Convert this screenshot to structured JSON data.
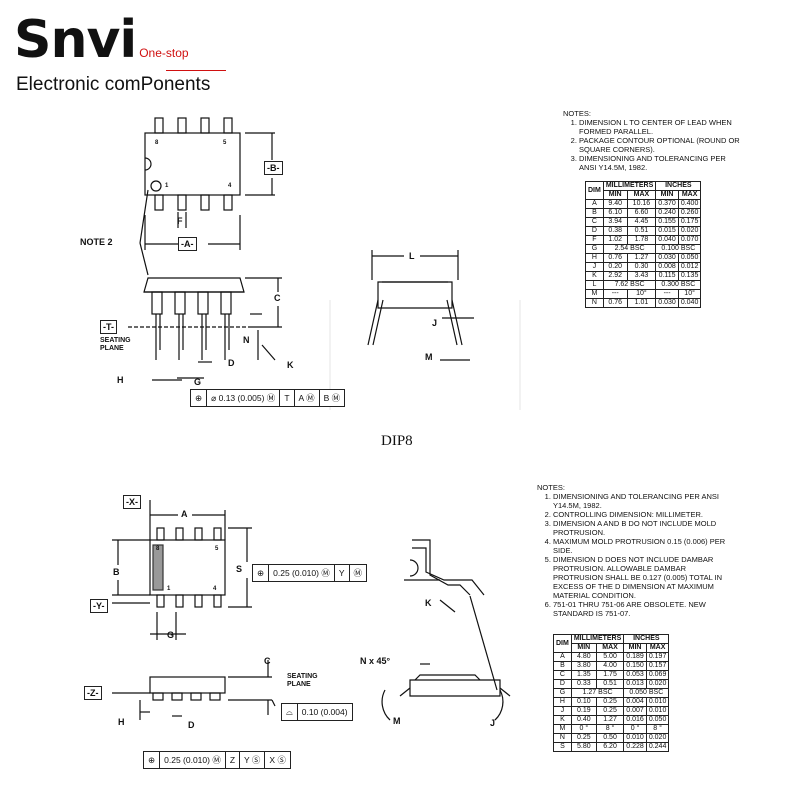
{
  "brand": {
    "name": "Snvi",
    "sub": "One-stop",
    "tagline": "Electronic comPonents"
  },
  "dip8": {
    "caption": "DIP8",
    "notes_title": "NOTES:",
    "notes": [
      "DIMENSION L TO CENTER OF LEAD WHEN FORMED PARALLEL.",
      "PACKAGE CONTOUR OPTIONAL (ROUND OR SQUARE CORNERS).",
      "DIMENSIONING AND TOLERANCING PER ANSI Y14.5M, 1982."
    ],
    "labels": {
      "b": "-B-",
      "a": "-A-",
      "t": "-T-",
      "f": "F",
      "note2": "NOTE 2",
      "seating": "SEATING",
      "plane": "PLANE",
      "c": "C",
      "n": "N",
      "d": "D",
      "k": "K",
      "h": "H",
      "g": "G",
      "l": "L",
      "j": "J",
      "m": "M",
      "pin8": "8",
      "pin5": "5",
      "pin1": "1",
      "pin4": "4"
    },
    "fcf": [
      "⊕",
      "⌀ 0.13 (0.005) Ⓜ",
      "T",
      "A Ⓜ",
      "B Ⓜ"
    ],
    "table": {
      "h_mm": "MILLIMETERS",
      "h_in": "INCHES",
      "h_dim": "DIM",
      "h_min": "MIN",
      "h_max": "MAX",
      "rows": [
        [
          "A",
          "9.40",
          "10.16",
          "0.370",
          "0.400"
        ],
        [
          "B",
          "6.10",
          "6.60",
          "0.240",
          "0.260"
        ],
        [
          "C",
          "3.94",
          "4.45",
          "0.155",
          "0.175"
        ],
        [
          "D",
          "0.38",
          "0.51",
          "0.015",
          "0.020"
        ],
        [
          "F",
          "1.02",
          "1.78",
          "0.040",
          "0.070"
        ],
        [
          "G",
          "2.54 BSC",
          "",
          "0.100 BSC",
          ""
        ],
        [
          "H",
          "0.76",
          "1.27",
          "0.030",
          "0.050"
        ],
        [
          "J",
          "0.20",
          "0.30",
          "0.008",
          "0.012"
        ],
        [
          "K",
          "2.92",
          "3.43",
          "0.115",
          "0.135"
        ],
        [
          "L",
          "7.62 BSC",
          "",
          "0.300 BSC",
          ""
        ],
        [
          "M",
          "---",
          "10°",
          "---",
          "10°"
        ],
        [
          "N",
          "0.76",
          "1.01",
          "0.030",
          "0.040"
        ]
      ]
    }
  },
  "soic8": {
    "notes_title": "NOTES:",
    "notes": [
      "DIMENSIONING AND TOLERANCING PER ANSI Y14.5M, 1982.",
      "CONTROLLING DIMENSION: MILLIMETER.",
      "DIMENSION A AND B DO NOT INCLUDE MOLD PROTRUSION.",
      "MAXIMUM MOLD PROTRUSION 0.15 (0.006) PER SIDE.",
      "DIMENSION D DOES NOT INCLUDE DAMBAR PROTRUSION. ALLOWABLE DAMBAR PROTRUSION SHALL BE 0.127 (0.005) TOTAL IN EXCESS OF THE D DIMENSION AT MAXIMUM MATERIAL CONDITION.",
      "751-01 THRU 751-06 ARE OBSOLETE. NEW STANDARD IS 751-07."
    ],
    "labels": {
      "x": "-X-",
      "y": "-Y-",
      "z": "-Z-",
      "a": "A",
      "b": "B",
      "s": "S",
      "g": "G",
      "c": "C",
      "seating": "SEATING",
      "plane": "PLANE",
      "h": "H",
      "d": "D",
      "k": "K",
      "nx45": "N x 45°",
      "m": "M",
      "j": "J",
      "pin8": "8",
      "pin5": "5",
      "pin1": "1",
      "pin4": "4"
    },
    "fcf_s": [
      "⊕",
      "0.25 (0.010) Ⓜ",
      "Y",
      "Ⓜ"
    ],
    "fcf_flat": [
      "⌓",
      "0.10 (0.004)"
    ],
    "fcf_bottom": [
      "⊕",
      "0.25 (0.010) Ⓜ",
      "Z",
      "Y Ⓢ",
      "X Ⓢ"
    ],
    "table": {
      "h_mm": "MILLIMETERS",
      "h_in": "INCHES",
      "h_dim": "DIM",
      "h_min": "MIN",
      "h_max": "MAX",
      "rows": [
        [
          "A",
          "4.80",
          "5.00",
          "0.189",
          "0.197"
        ],
        [
          "B",
          "3.80",
          "4.00",
          "0.150",
          "0.157"
        ],
        [
          "C",
          "1.35",
          "1.75",
          "0.053",
          "0.069"
        ],
        [
          "D",
          "0.33",
          "0.51",
          "0.013",
          "0.020"
        ],
        [
          "G",
          "1.27 BSC",
          "",
          "0.050 BSC",
          ""
        ],
        [
          "H",
          "0.10",
          "0.25",
          "0.004",
          "0.010"
        ],
        [
          "J",
          "0.19",
          "0.25",
          "0.007",
          "0.010"
        ],
        [
          "K",
          "0.40",
          "1.27",
          "0.016",
          "0.050"
        ],
        [
          "M",
          "0 °",
          "8 °",
          "0 °",
          "8 °"
        ],
        [
          "N",
          "0.25",
          "0.50",
          "0.010",
          "0.020"
        ],
        [
          "S",
          "5.80",
          "6.20",
          "0.228",
          "0.244"
        ]
      ]
    }
  }
}
